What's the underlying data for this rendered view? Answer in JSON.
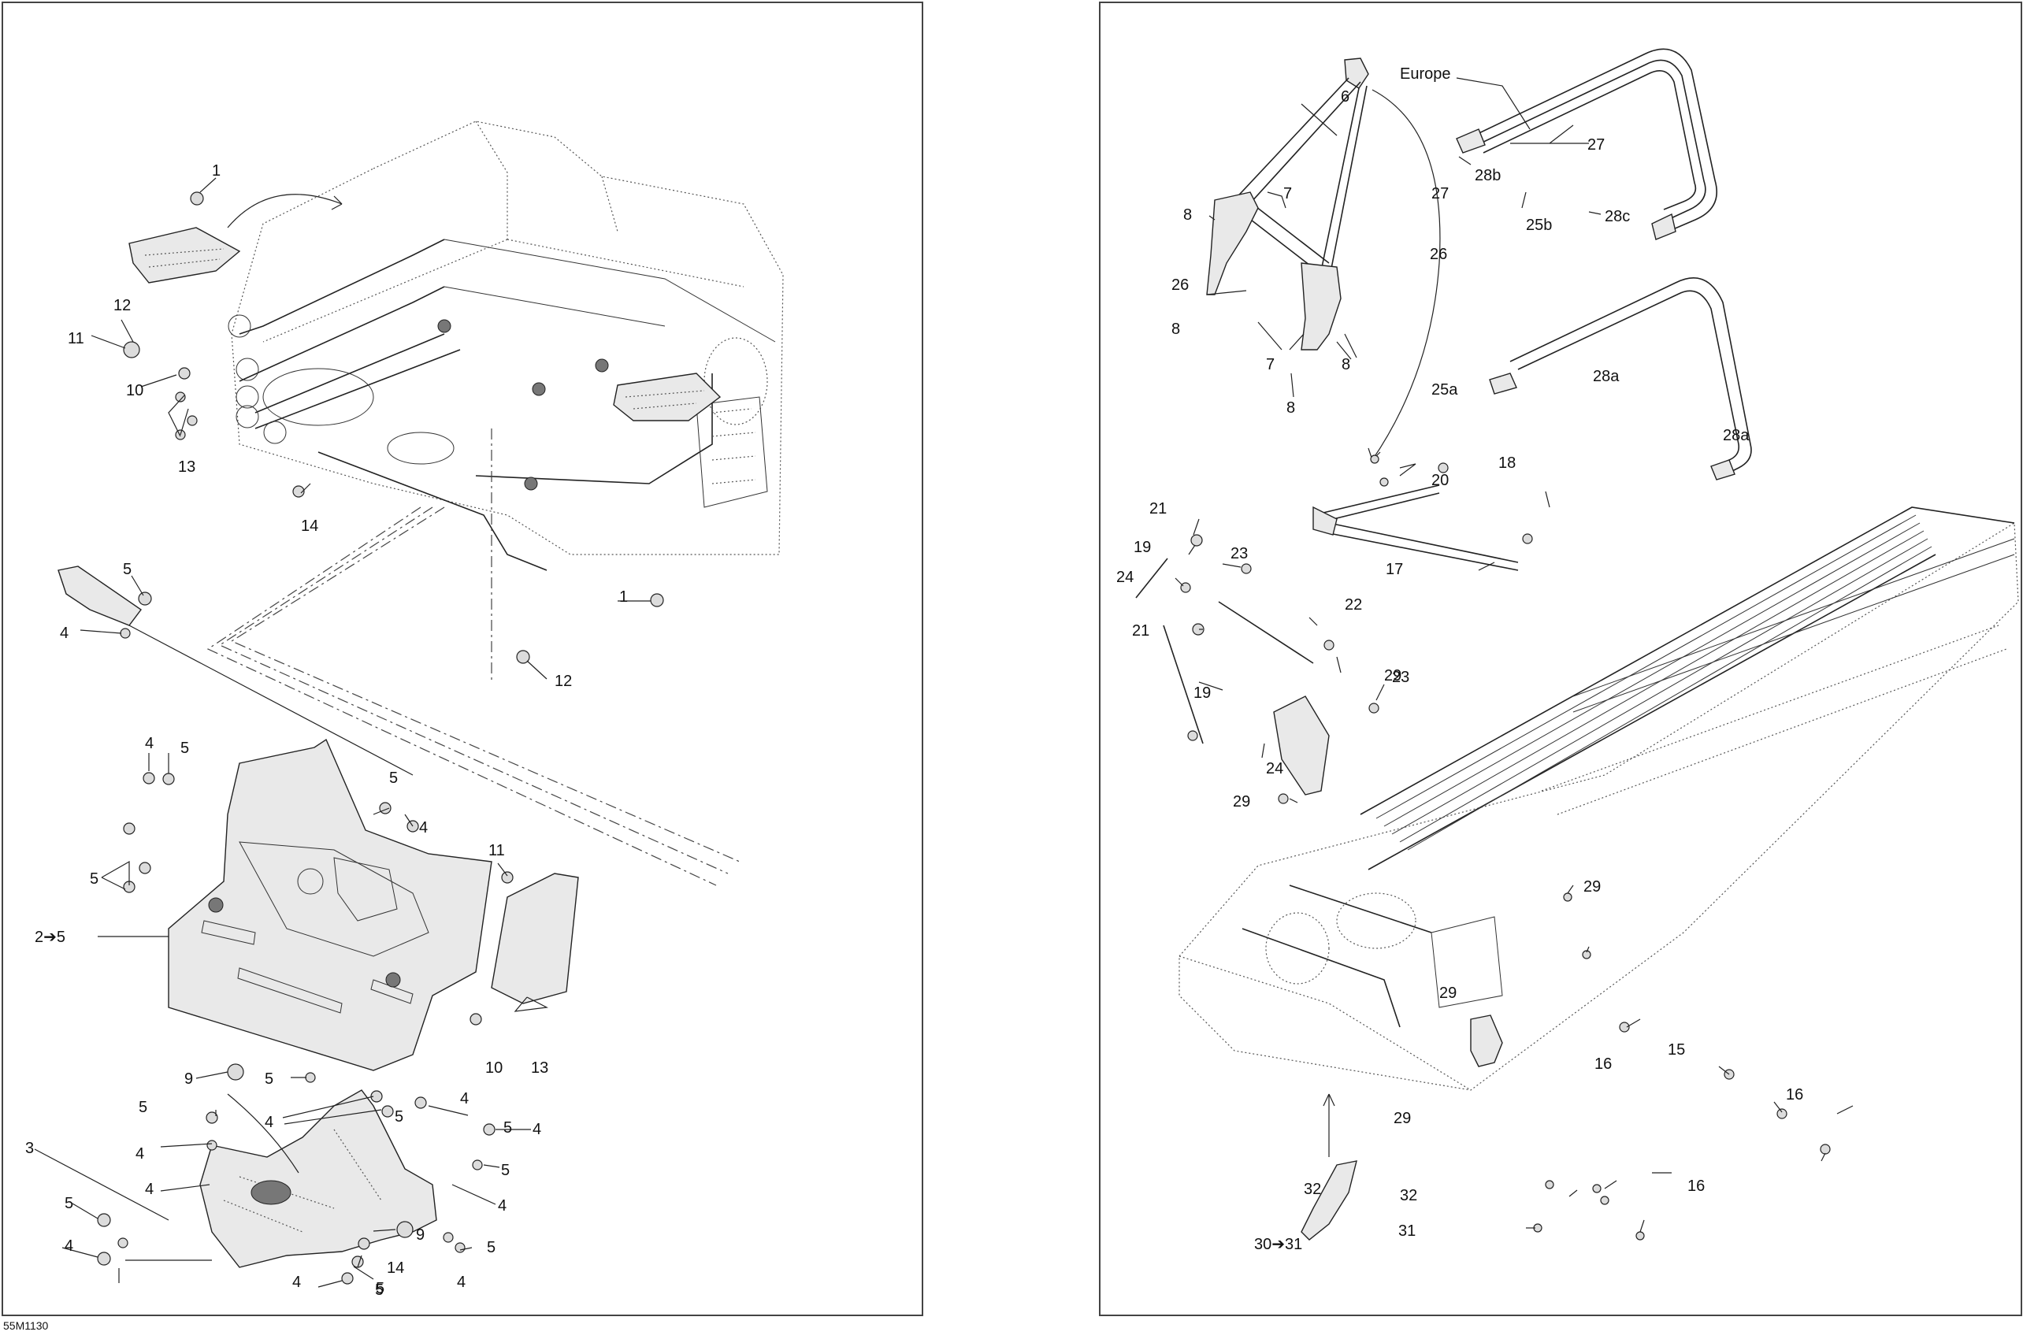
{
  "reference_code": "55M1130",
  "left_diagram": {
    "callouts": [
      "1",
      "12",
      "11",
      "10",
      "13",
      "14",
      "5",
      "4",
      "1",
      "12",
      "4",
      "5",
      "5",
      "4",
      "5",
      "11",
      "2➔5",
      "10",
      "13",
      "9",
      "5",
      "4",
      "5",
      "4",
      "3",
      "4",
      "4",
      "5",
      "5",
      "4",
      "9",
      "14",
      "5",
      "4",
      "5",
      "4",
      "5",
      "4",
      "5",
      "4",
      "5"
    ]
  },
  "right_diagram": {
    "region_label": "Europe",
    "callouts": [
      "6",
      "7",
      "8",
      "8",
      "7",
      "8",
      "8",
      "26",
      "27",
      "28b",
      "27",
      "25b",
      "28c",
      "26",
      "28a",
      "25a",
      "28a",
      "20",
      "18",
      "21",
      "19",
      "24",
      "23",
      "17",
      "21",
      "22",
      "23",
      "29",
      "19",
      "24",
      "29",
      "29",
      "29",
      "29",
      "15",
      "16",
      "16",
      "16",
      "32",
      "32",
      "31",
      "30➔31"
    ]
  }
}
